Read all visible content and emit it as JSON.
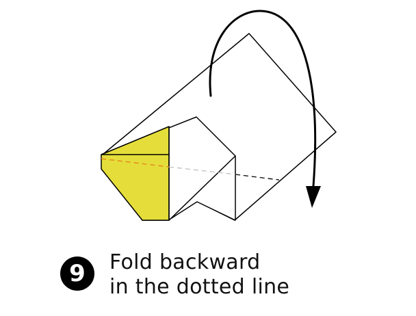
{
  "step": {
    "number": "9",
    "instruction_line1": "Fold backward",
    "instruction_line2": "in the dotted line"
  },
  "colors": {
    "paper_front": "#ffffff",
    "paper_back": "#e5de3a",
    "outline": "#000000",
    "fold_line_on_color": "#e58a1f",
    "fold_line_on_white": "#bbbbbb",
    "fold_line_dark": "#000000"
  },
  "icons": {
    "fold_direction": "curved-arrow-backward-icon"
  }
}
